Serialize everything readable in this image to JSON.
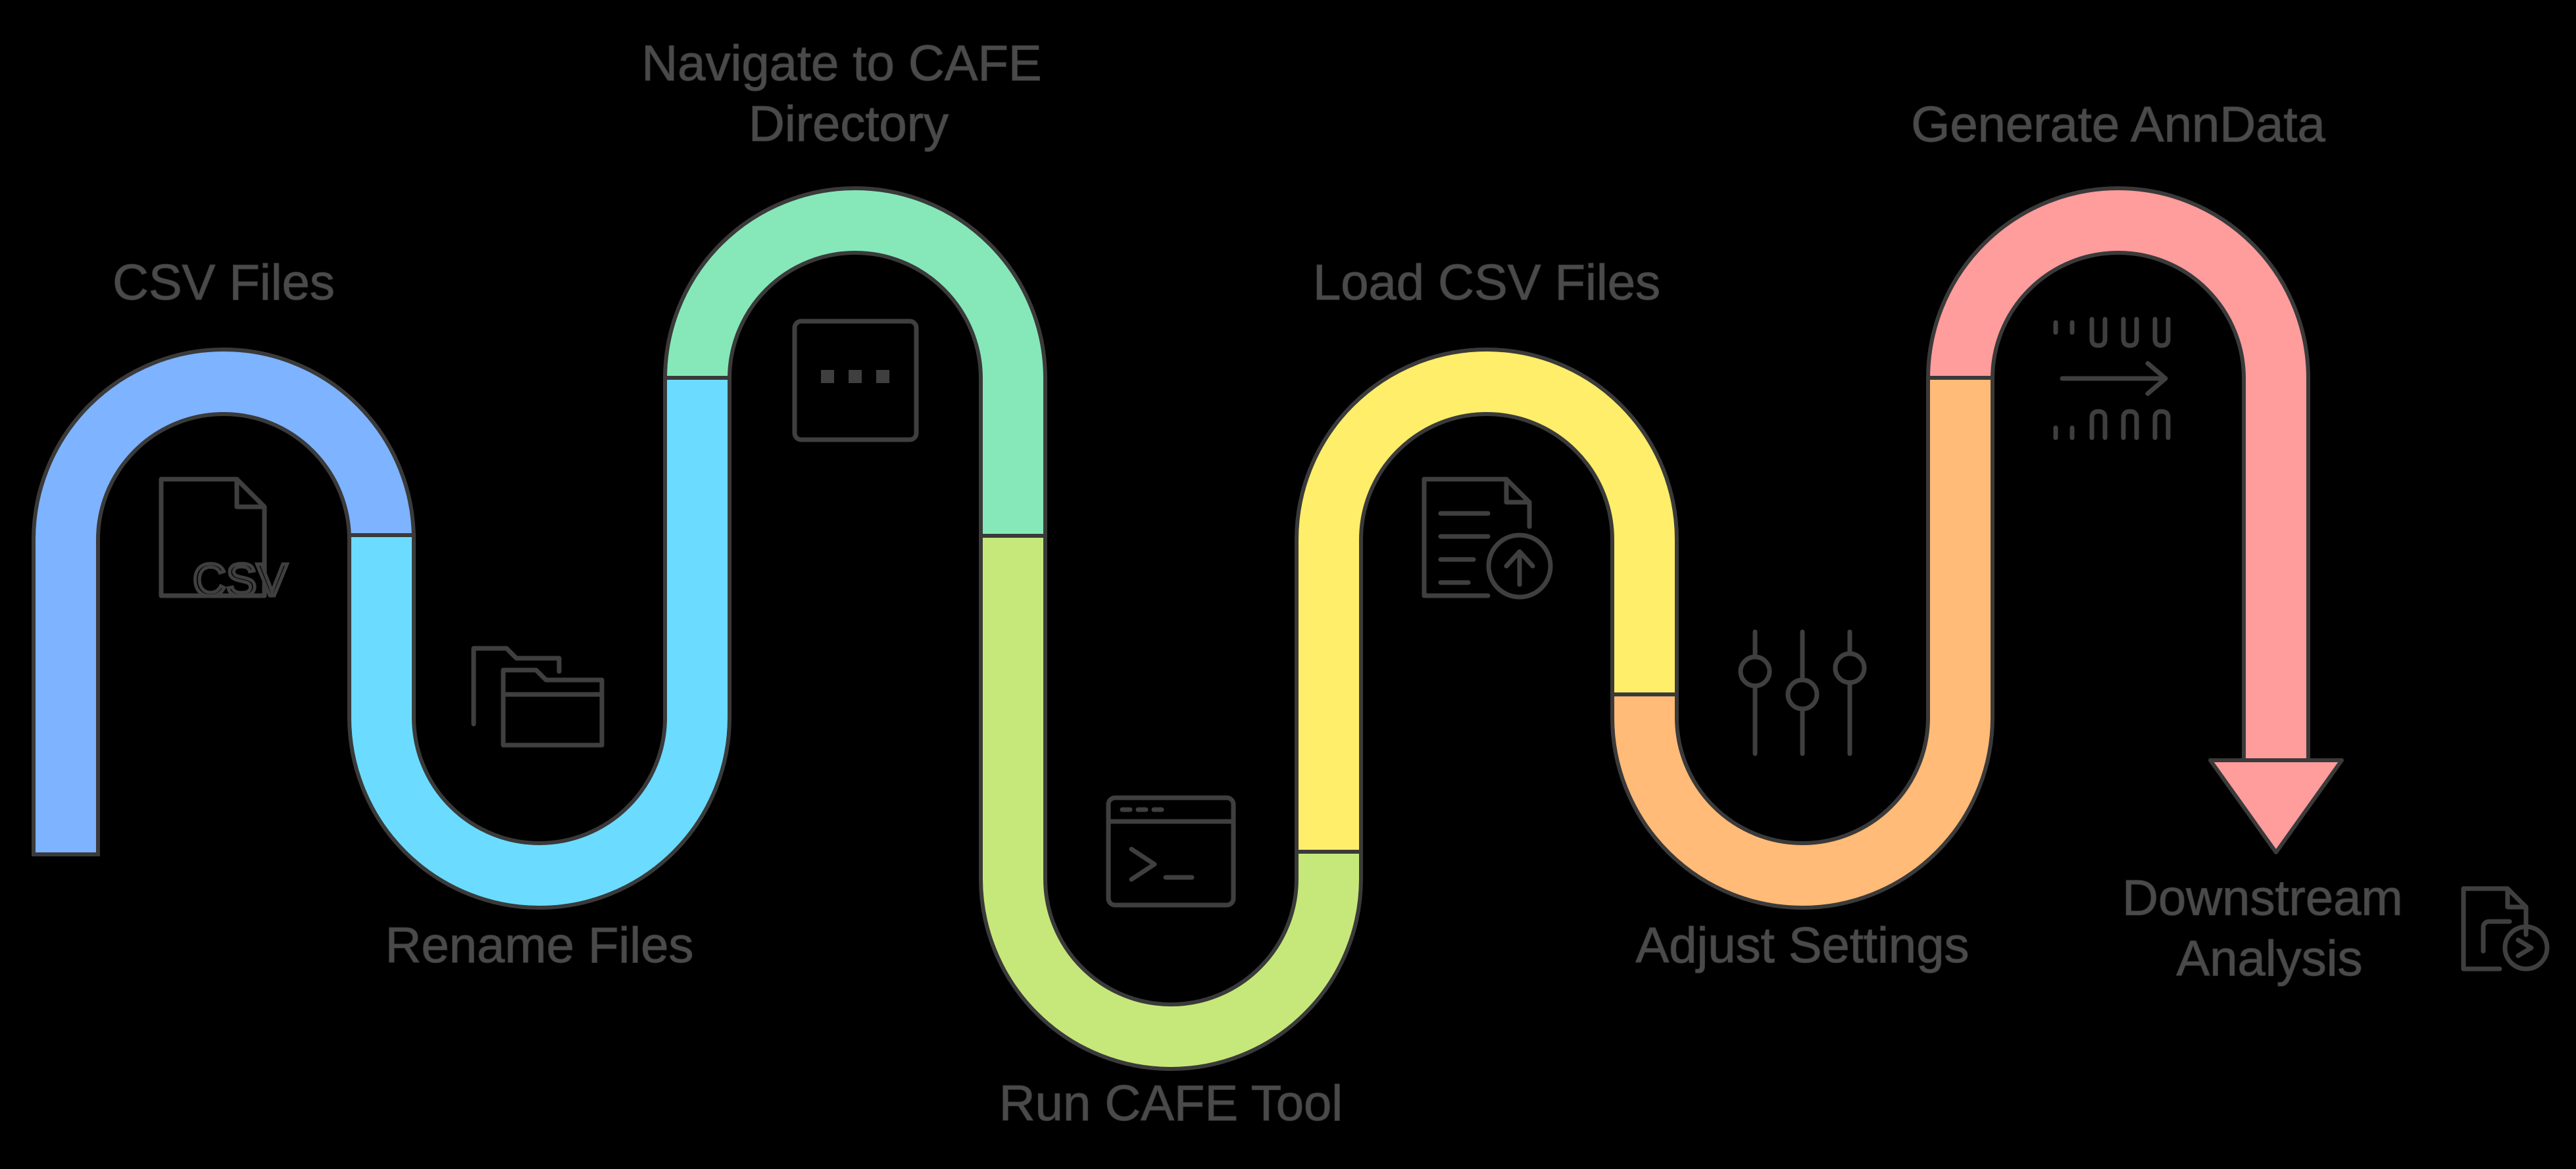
{
  "diagram": {
    "steps": [
      {
        "id": "csv-files",
        "label": [
          "CSV Files"
        ],
        "color": "#7EB3FF",
        "icon": "csv-file-icon"
      },
      {
        "id": "rename-files",
        "label": [
          "Rename Files"
        ],
        "color": "#6BDCFF",
        "icon": "folders-icon"
      },
      {
        "id": "navigate-cafe",
        "label": [
          "Navigate to CAFE",
          "Directory"
        ],
        "color": "#86E8B8",
        "icon": "ellipsis-window-icon"
      },
      {
        "id": "run-cafe",
        "label": [
          "Run CAFE Tool"
        ],
        "color": "#C6E87A",
        "icon": "terminal-icon"
      },
      {
        "id": "load-csv",
        "label": [
          "Load CSV Files"
        ],
        "color": "#FFEE6A",
        "icon": "document-upload-icon"
      },
      {
        "id": "adjust-settings",
        "label": [
          "Adjust Settings"
        ],
        "color": "#FFBB77",
        "icon": "sliders-icon"
      },
      {
        "id": "generate-anndata",
        "label": [
          "Generate AnnData"
        ],
        "color": "#FF9C9C",
        "icon": "data-transform-icon"
      },
      {
        "id": "downstream",
        "label": [
          "Downstream",
          "Analysis"
        ],
        "color": "#FF9C9C",
        "icon": "document-export-icon"
      }
    ],
    "outline_color": "#3a3a3a",
    "text_color": "#4a4a4a",
    "background": "#000000"
  }
}
